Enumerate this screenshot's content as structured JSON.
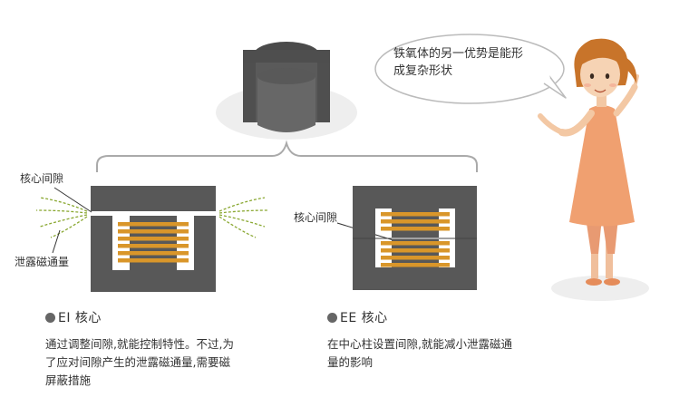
{
  "speech_bubble": {
    "line1": "铁氧体的另一优势是能形",
    "line2": "成复杂形状"
  },
  "labels": {
    "core_gap_left": "核心间隙",
    "leakage_flux": "泄露磁通量",
    "core_gap_right": "核心间隙"
  },
  "ei_core": {
    "title": "EI 核心",
    "desc_line1": "通过调整间隙,就能控制特性。不过,为",
    "desc_line2": "了应对间隙产生的泄露磁通量,需要磁",
    "desc_line3": "屏蔽措施"
  },
  "ee_core": {
    "title": "EE 核心",
    "desc_line1": "在中心柱设置间隙,就能减小泄露磁通",
    "desc_line2": "量的影响"
  },
  "colors": {
    "core_gray": "#585858",
    "coil_orange": "#d9962a",
    "leakage_green": "#8aa832",
    "skin": "#f3c8a4",
    "dress": "#f0a070",
    "hair": "#c8742a",
    "shadow": "#eeeeee"
  }
}
